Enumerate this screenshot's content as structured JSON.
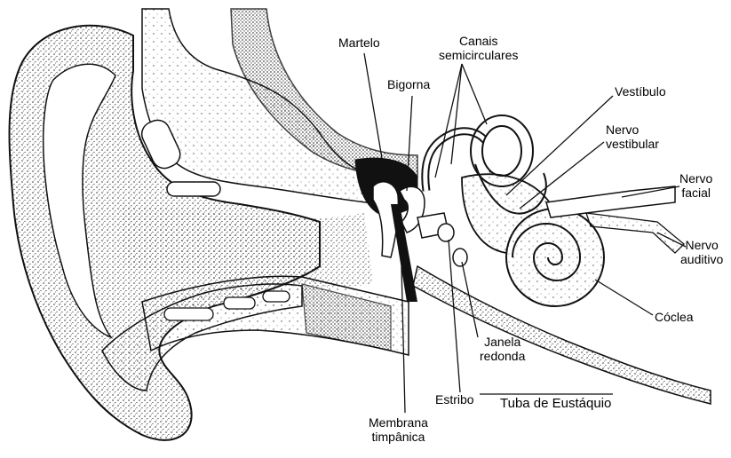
{
  "labels": {
    "martelo": "Martelo",
    "canais_1": "Canais",
    "canais_2": "semicirculares",
    "bigorna": "Bigorna",
    "vestibulo": "Vestíbulo",
    "nervo_vestibular_1": "Nervo",
    "nervo_vestibular_2": "vestibular",
    "nervo_facial_1": "Nervo",
    "nervo_facial_2": "facial",
    "nervo_auditivo_1": "Nervo",
    "nervo_auditivo_2": "auditivo",
    "coclea": "Cóclea",
    "janela_redonda_1": "Janela",
    "janela_redonda_2": "redonda",
    "estribo": "Estribo",
    "tuba": "Tuba de Eustáquio",
    "membrana_1": "Membrana",
    "membrana_2": "timpânica"
  },
  "colors": {
    "ink": "#111111",
    "stipple": "#3a3a3a",
    "paper": "#ffffff"
  }
}
